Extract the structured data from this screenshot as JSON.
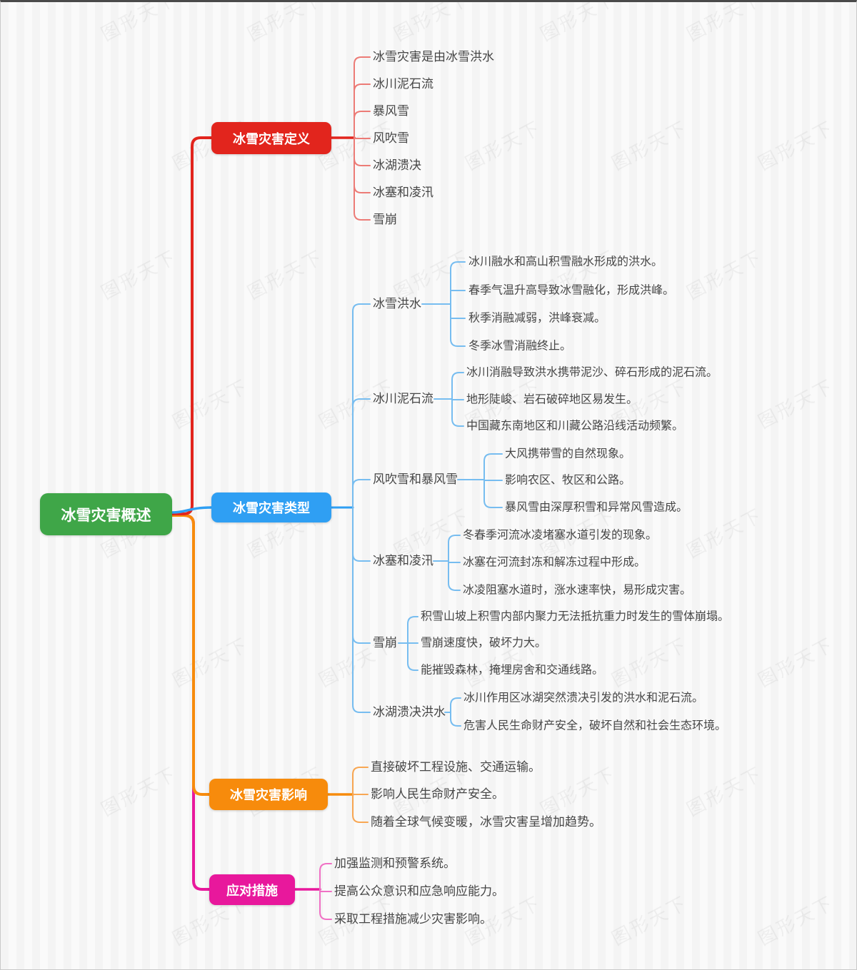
{
  "watermark": "图形天下",
  "root": {
    "label": "冰雪灾害概述",
    "color": "#3fa648"
  },
  "branches": [
    {
      "label": "冰雪灾害定义",
      "color": "#e2251d",
      "children": [
        {
          "label": "冰雪灾害是由冰雪洪水"
        },
        {
          "label": "冰川泥石流"
        },
        {
          "label": "暴风雪"
        },
        {
          "label": "风吹雪"
        },
        {
          "label": "冰湖溃决"
        },
        {
          "label": "冰塞和凌汛"
        },
        {
          "label": "雪崩"
        }
      ]
    },
    {
      "label": "冰雪灾害类型",
      "color": "#2f9ff3",
      "children": [
        {
          "label": "冰雪洪水",
          "points": [
            "冰川融水和高山积雪融水形成的洪水。",
            "春季气温升高导致冰雪融化，形成洪峰。",
            "秋季消融减弱，洪峰衰减。",
            "冬季冰雪消融终止。"
          ]
        },
        {
          "label": "冰川泥石流",
          "points": [
            "冰川消融导致洪水携带泥沙、碎石形成的泥石流。",
            "地形陡峻、岩石破碎地区易发生。",
            "中国藏东南地区和川藏公路沿线活动频繁。"
          ]
        },
        {
          "label": "风吹雪和暴风雪",
          "points": [
            "大风携带雪的自然现象。",
            "影响农区、牧区和公路。",
            "暴风雪由深厚积雪和异常风雪造成。"
          ]
        },
        {
          "label": "冰塞和凌汛",
          "points": [
            "冬春季河流冰凌堵塞水道引发的现象。",
            "冰塞在河流封冻和解冻过程中形成。",
            "冰凌阻塞水道时，涨水速率快，易形成灾害。"
          ]
        },
        {
          "label": "雪崩",
          "points": [
            "积雪山坡上积雪内部内聚力无法抵抗重力时发生的雪体崩塌。",
            "雪崩速度快，破坏力大。",
            "能摧毁森林，掩埋房舍和交通线路。"
          ]
        },
        {
          "label": "冰湖溃决洪水",
          "points": [
            "冰川作用区冰湖突然溃决引发的洪水和泥石流。",
            "危害人民生命财产安全，破坏自然和社会生态环境。"
          ]
        }
      ]
    },
    {
      "label": "冰雪灾害影响",
      "color": "#f78b0c",
      "children": [
        {
          "label": "直接破坏工程设施、交通运输。"
        },
        {
          "label": "影响人民生命财产安全。"
        },
        {
          "label": "随着全球气候变暖，冰雪灾害呈增加趋势。"
        }
      ]
    },
    {
      "label": "应对措施",
      "color": "#e8189c",
      "children": [
        {
          "label": "加强监测和预警系统。"
        },
        {
          "label": "提高公众意识和应急响应能力。"
        },
        {
          "label": "采取工程措施减少灾害影响。"
        }
      ]
    }
  ]
}
